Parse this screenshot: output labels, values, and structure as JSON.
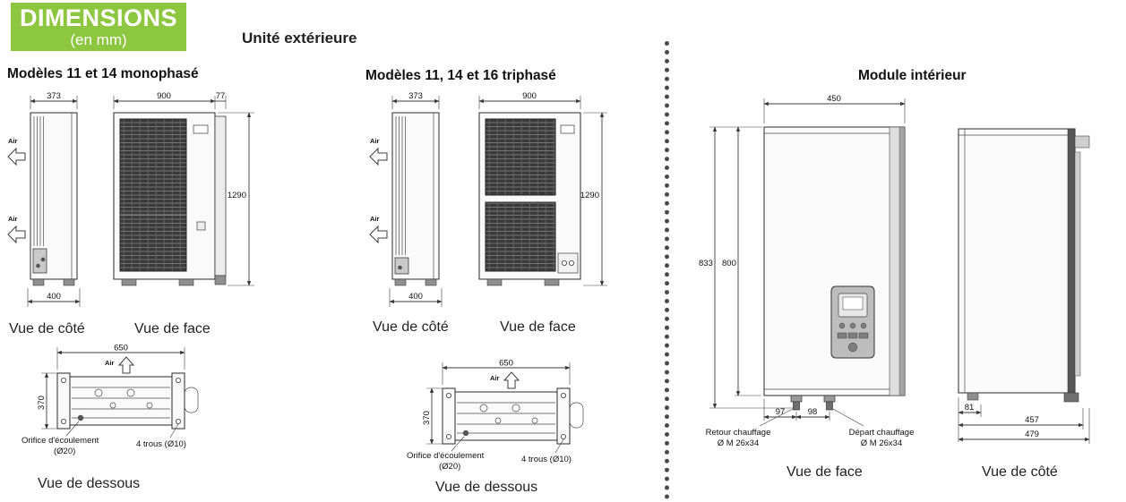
{
  "badge": {
    "title": "DIMENSIONS",
    "subtitle": "(en mm)"
  },
  "headers": {
    "outdoor_unit": "Unité extérieure",
    "indoor_module": "Module intérieur"
  },
  "sections": {
    "mono_title": "Modèles 11 et 14 monophasé",
    "tri_title": "Modèles 11, 14 et 16 triphasé"
  },
  "view_labels": {
    "side": "Vue de côté",
    "front": "Vue de face",
    "bottom": "Vue de dessous"
  },
  "air_label": "Air",
  "outdoor": {
    "side": {
      "width_mm": "373",
      "base_width_mm": "400"
    },
    "front": {
      "width_mm": "900",
      "edge_mm": "77",
      "height_mm": "1290"
    },
    "bottom": {
      "width_mm": "650",
      "depth_mm": "370",
      "drain_label": "Orifice d'écoulement",
      "drain_size": "(Ø20)",
      "holes_label": "4 trous (Ø10)"
    }
  },
  "indoor": {
    "front": {
      "width_mm": "450",
      "total_height_mm": "833",
      "unit_height_mm": "800",
      "pipe_offset_mm": "97",
      "pipe_spacing_mm": "98",
      "return_label": "Retour chauffage",
      "return_size": "Ø M 26x34",
      "supply_label": "Départ chauffage",
      "supply_size": "Ø M 26x34"
    },
    "side": {
      "foot_offset_mm": "81",
      "depth_mm": "457",
      "total_depth_mm": "479"
    }
  },
  "colors": {
    "badge_green": "#8dc63f",
    "line_dark": "#3c3c3c"
  }
}
